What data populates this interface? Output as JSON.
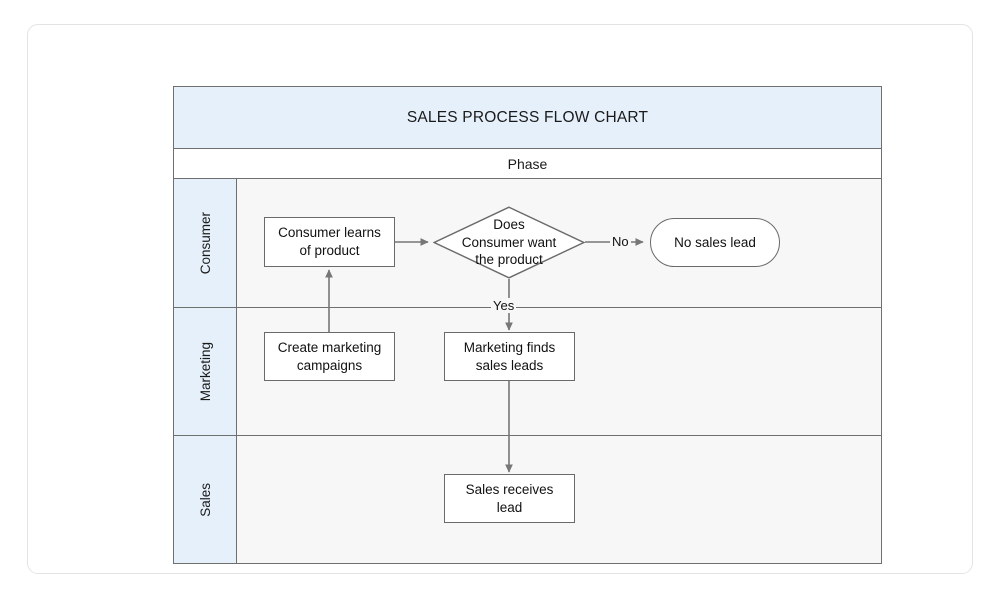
{
  "chart_data": {
    "type": "diagram",
    "diagram_kind": "swimlane-flowchart",
    "title": "SALES PROCESS FLOW CHART",
    "phase_header": "Phase",
    "lanes": [
      "Consumer",
      "Marketing",
      "Sales"
    ],
    "nodes": [
      {
        "id": "n1",
        "label": "Consumer learns of product",
        "shape": "process",
        "lane": "Consumer"
      },
      {
        "id": "n2",
        "label": "Does Consumer want the product",
        "shape": "decision",
        "lane": "Consumer"
      },
      {
        "id": "n3",
        "label": "No sales lead",
        "shape": "terminator",
        "lane": "Consumer"
      },
      {
        "id": "n4",
        "label": "Create marketing campaigns",
        "shape": "process",
        "lane": "Marketing"
      },
      {
        "id": "n5",
        "label": "Marketing finds sales leads",
        "shape": "process",
        "lane": "Marketing"
      },
      {
        "id": "n6",
        "label": "Sales receives lead",
        "shape": "process",
        "lane": "Sales"
      }
    ],
    "edges": [
      {
        "from": "n1",
        "to": "n2",
        "label": ""
      },
      {
        "from": "n2",
        "to": "n3",
        "label": "No"
      },
      {
        "from": "n2",
        "to": "n5",
        "label": "Yes"
      },
      {
        "from": "n4",
        "to": "n1",
        "label": ""
      },
      {
        "from": "n5",
        "to": "n6",
        "label": ""
      }
    ],
    "colors": {
      "header_fill": "#e5f0fb",
      "lane_label_fill": "#e5f0fb",
      "lane_body_fill": "#f7f7f7",
      "phase_fill": "#ffffff",
      "grid_stroke": "#6f6f6f",
      "node_fill": "#ffffff",
      "node_stroke": "#6a6a6a",
      "connector_stroke": "#777777",
      "text": "#111111",
      "card_border": "#e4e4e4"
    }
  },
  "diagram": {
    "title": "SALES PROCESS FLOW CHART",
    "phase_label": "Phase",
    "lanes": [
      {
        "name": "Consumer"
      },
      {
        "name": "Marketing"
      },
      {
        "name": "Sales"
      }
    ],
    "nodes": {
      "consumer_learns": "Consumer learns\nof product",
      "consumer_learns_line1": "Consumer learns",
      "consumer_learns_line2": "of product",
      "decision_line1": "Does",
      "decision_line2": "Consumer want",
      "decision_line3": "the product",
      "no_sales_lead": "No sales lead",
      "create_campaigns_line1": "Create marketing",
      "create_campaigns_line2": "campaigns",
      "marketing_finds_line1": "Marketing finds",
      "marketing_finds_line2": "sales leads",
      "sales_receives_line1": "Sales receives",
      "sales_receives_line2": "lead"
    },
    "edge_labels": {
      "no": "No",
      "yes": "Yes"
    }
  }
}
